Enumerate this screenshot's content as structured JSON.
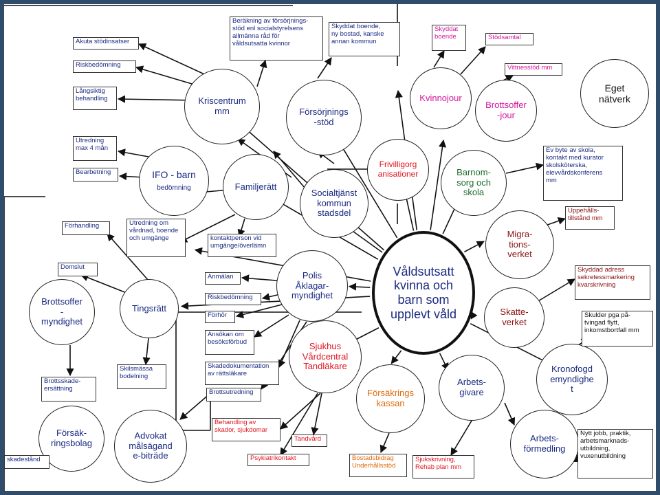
{
  "colors": {
    "navy": "#1a2a80",
    "magenta": "#d4149c",
    "red": "#e0141e",
    "orange": "#e06a0a",
    "green": "#1c6c2c",
    "darkred": "#8a1010",
    "black": "#111111"
  },
  "nodes": {
    "center": "Våldsutsatt\nkvinna och\nbarn som\nupplevt våld",
    "kriscentrum": "Kriscentrum\nmm",
    "forsorjningsstod": "Försörjnings\n-stöd",
    "kvinnojour": "Kvinnojour",
    "brottsofferjour": "Brottsoffer\n-jour",
    "eget_natverk": "Eget\nnätverk",
    "ifo_barn_title": "IFO - barn",
    "ifo_barn_sub": "bedömning",
    "familjeratt": "Familjerätt",
    "socialtjanst": "Socialtjänst\nkommun\nstadsdel",
    "frivilligorg": "Frivilligorg\nanisationer",
    "barnomsorg": "Barnom-\nsorg och\nskola",
    "migrationsverket": "Migra-\ntions-\nverket",
    "polis": "Polis\nÅklagar-\nmyndighet",
    "tingsratt": "Tingsrätt",
    "brottsoffermyndighet": "Brottsoffer\n-\nmyndighet",
    "skatteverket": "Skatte-\nverket",
    "sjukhus": "Sjukhus\nVårdcentral\nTandläkare",
    "forsakringskassan": "Försäkrings\nkassan",
    "arbetsgivare": "Arbets-\ngivare",
    "kronofogd": "Kronofogd\nemyndighe\nt",
    "forsakringsbolag": "Försäk-\nringsbolag",
    "advokat": "Advokat\nmålsägand\ne-biträde",
    "arbetsformedling": "Arbets-\nförmedling"
  },
  "boxes": {
    "akuta": "Akuta stödinsatser",
    "riskbedomning1": "Riskbedömning",
    "langsiktig": "Långsiktig\nbehandling",
    "berakning": "Beräkning av försörjnings-\nstöd enl socialstyrelsens\nallmänna råd för\nvåldsutsatta kvinnor",
    "skyddat_boende_ny": "Skyddat boende,\nny bostad, kanske\nannan kommun",
    "skyddat_boende": "Skyddat\nboende",
    "stodsamtal": "Stödsamtal",
    "vittnesstod": "Vittnesstöd mm",
    "utredning4": "Utredning\nmax 4 mån",
    "bearbetning": "Bearbetning",
    "byte_skola": "Ev byte av skola,\nkontakt med kurator\nskolsköterska,\nelevvårdskonferens\nmm",
    "uppehall": "Uppehålls-\ntillstånd mm",
    "forhandling": "Förhandling",
    "utredning_vardnad": "Utredning om\nvårdnad, boende\noch umgänge",
    "kontaktperson": "kontaktperson vid\numgänge/överlämn",
    "domslut": "Domslut",
    "anmalan": "Anmälan",
    "riskbedomning2": "Riskbedömning",
    "forhor": "Förhör",
    "ansokan": "Ansökan om\nbesöksförbud",
    "skadedok": "Skadedokumentation\nav rättsläkare",
    "brottsutredning": "Brottsutredning",
    "skyddad_adress": "Skyddad adress\nsekretessmarkering\nkvarskrivning",
    "skulder": "Skulder pga på-\ntvingad flytt,\ninkomstbortfall mm",
    "skilsmassa": "Skilsmässa\nbodelning",
    "brottsskade": "Brottsskade-\nersättning",
    "skadestand": "skadestånd",
    "behandling_skador": "Behandling av\nskador, sjukdomar",
    "tandvard": "Tandvård",
    "psykiatri": "Psykiatrikontakt",
    "bostadsbidrag": "Bostadsbidrag\nUnderhållsstöd",
    "sjukskrivning": "Sjukskrivning,\nRehab plan mm",
    "nytt_jobb": "Nytt jobb, praktik,\narbetsmarknads-\nutbildning,\nvuxenutbildning"
  }
}
